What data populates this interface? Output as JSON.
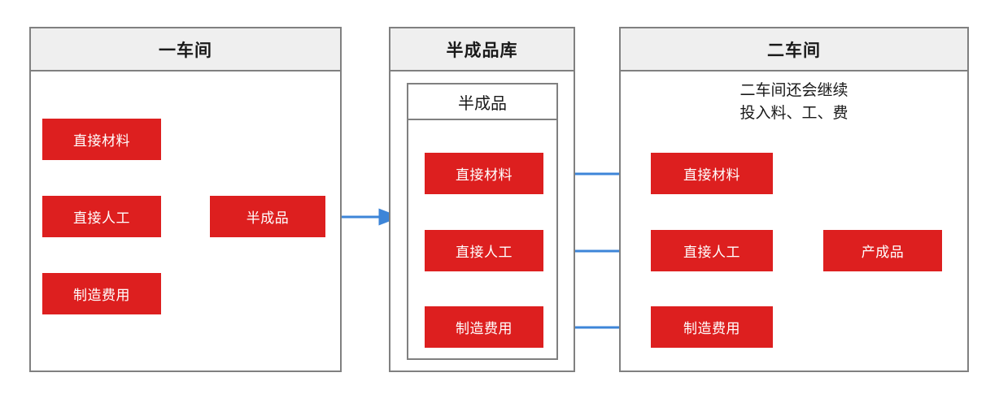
{
  "diagram": {
    "title_semantic": "two-stage-workshop-cost-flow",
    "colors": {
      "box_red": "#dd1f1f",
      "link_blue": "#3d85d8",
      "panel_border": "#808080",
      "header_fill": "#efefef",
      "box_text": "#ffffff",
      "canvas": "#ffffff"
    }
  },
  "panels": [
    {
      "id": "workshop-one",
      "header": "一车间",
      "note": "",
      "boxes": [
        {
          "id": "p1-direct-material",
          "label": "直接材料"
        },
        {
          "id": "p1-direct-labor",
          "label": "直接人工"
        },
        {
          "id": "p1-manufacturing-overhead",
          "label": "制造费用"
        },
        {
          "id": "p1-semi-finished",
          "label": "半成品"
        }
      ]
    },
    {
      "id": "semi-finished-warehouse",
      "header": "半成品库",
      "inner_box_header": "半成品",
      "note": "",
      "boxes": [
        {
          "id": "p2-direct-material",
          "label": "直接材料"
        },
        {
          "id": "p2-direct-labor",
          "label": "直接人工"
        },
        {
          "id": "p2-manufacturing-overhead",
          "label": "制造费用"
        }
      ]
    },
    {
      "id": "workshop-two",
      "header": "二车间",
      "note": "二车间还会继续\n投入料、工、费",
      "boxes": [
        {
          "id": "p3-direct-material",
          "label": "直接材料"
        },
        {
          "id": "p3-direct-labor",
          "label": "直接人工"
        },
        {
          "id": "p3-manufacturing-overhead",
          "label": "制造费用"
        },
        {
          "id": "p3-finished-goods",
          "label": "产成品"
        }
      ]
    }
  ],
  "connections": [
    {
      "from": "p1-direct-material",
      "to": "p1-semi-finished",
      "arrow": false
    },
    {
      "from": "p1-direct-labor",
      "to": "p1-semi-finished",
      "arrow": false
    },
    {
      "from": "p1-manufacturing-overhead",
      "to": "p1-semi-finished",
      "arrow": false
    },
    {
      "from": "p1-semi-finished",
      "to": "semi-finished-warehouse",
      "arrow": true
    },
    {
      "from": "p2-direct-material",
      "to": "p3-direct-material",
      "arrow": true
    },
    {
      "from": "p2-direct-labor",
      "to": "p3-direct-labor",
      "arrow": true
    },
    {
      "from": "p2-manufacturing-overhead",
      "to": "p3-manufacturing-overhead",
      "arrow": true
    },
    {
      "from": "p3-direct-material",
      "to": "p3-finished-goods",
      "arrow": false
    },
    {
      "from": "p3-direct-labor",
      "to": "p3-finished-goods",
      "arrow": false
    },
    {
      "from": "p3-manufacturing-overhead",
      "to": "p3-finished-goods",
      "arrow": false
    }
  ]
}
